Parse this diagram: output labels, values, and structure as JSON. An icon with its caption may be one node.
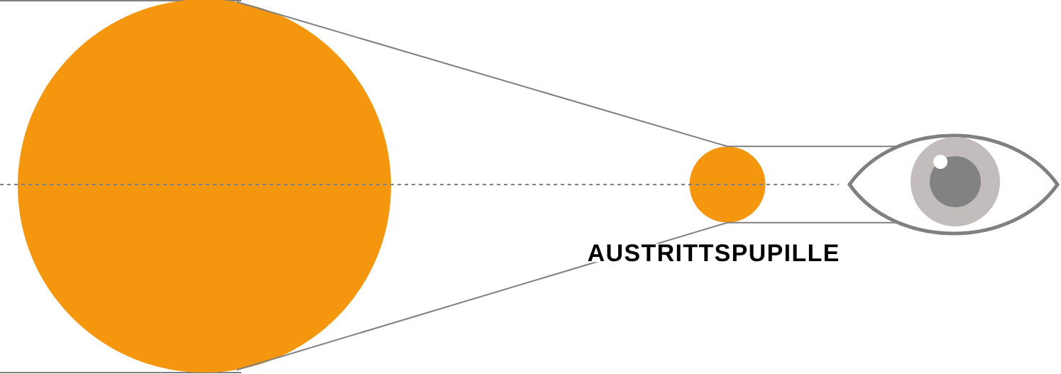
{
  "diagram": {
    "nodes": [
      {
        "text": [],
        "shape": "circle"
      },
      {
        "text": [],
        "shape": "circle",
        "beside": [
          "AUSTRITTSPUPILLE"
        ]
      },
      {
        "text": [],
        "shape": "picture"
      }
    ],
    "edges": [
      {
        "from": 0,
        "to": 1,
        "arrow": "none"
      },
      {
        "from": 0,
        "to": 1,
        "arrow": "none"
      },
      {
        "from": 1,
        "to": 2,
        "arrow": "none"
      },
      {
        "from": 1,
        "to": 2,
        "arrow": "none"
      }
    ]
  }
}
